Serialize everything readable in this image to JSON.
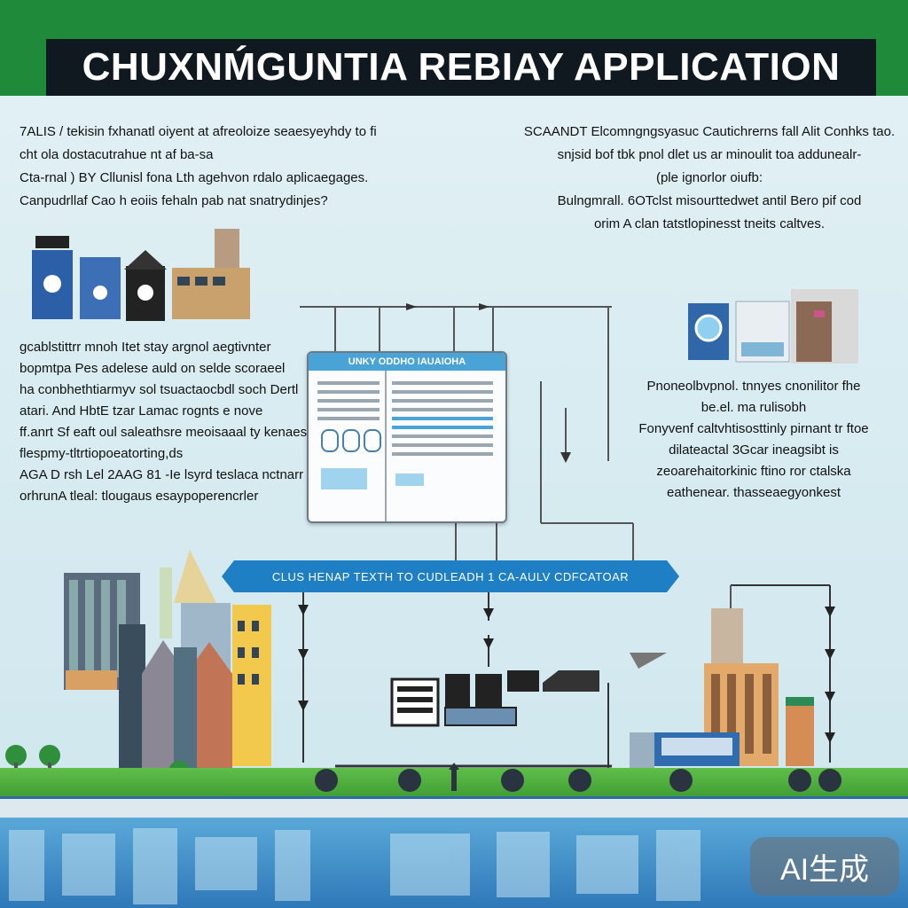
{
  "title": "CHUXNḾGUNTIA REBIAY APPLICATION",
  "left_top_text": [
    "7ALIS / tekisin fxhanatl oiyent at afreoloize seaesyeyhdy to fi",
    "cht ola dostacutrahue nt af ba-sa",
    "Cta-rnal ) BY Cllunisl fona Lth agehvon rdalo aplicaegages.",
    "Canpudrllaf Cao h eoiis fehaln pab nat snatrydinjes?"
  ],
  "right_top_text": [
    "SCAANDT Elcomngngsyasuc Cautichrerns fall Alit Conhks tao.",
    "snjsid bof tbk pnol dlet us ar minoulit toa addunealr-",
    "(ple ignorlor oiufb:",
    "Bulngmrall. 6OTclst misourttedwet antil Bero pif cod",
    "orim A clan tatstlopinesst tneits caltves."
  ],
  "left_mid_text": [
    "gcablstittrr mnoh Itet stay argnol aegtivnter",
    "bopmtpa Pes adelese auld on selde scoraeel",
    "ha conbhethtiarmyv sol tsuactaocbdl soch Dertl",
    "atari. And HbtE tzar Lamac rognts e nove",
    "ff.anrt Sf eaft oul saleathsre meoisaaal ty kenaes",
    "flespmy-tltrtiopoeatorting,ds",
    "AGA D rsh Lel 2AAG 81 -Ie lsyrd teslaca nctnarr",
    "orhrunA tleal: tlougaus esaypoperencrler"
  ],
  "right_mid_text": [
    "Pnoneolbvpnol. tnnyes cnonilitor fhe",
    "be.el. ma rulisobh",
    "Fonyvenf caltvhtisosttinly pirnant tr ftoe",
    "dilateactal 3Gcar ineagsibt is",
    "zeoarehaitorkinic ftino ror ctalska",
    "eathenear. thasseaegyonkest"
  ],
  "doc_header": "UNKY ODDHO IAUAIOHA",
  "banner": "CLUS HENAP TEXTH TO CUDLEADH 1 CA-AULV CDFCATOAR",
  "ai_badge": "AI生成",
  "colors": {
    "header_green": "#1f8a3a",
    "title_bg": "#101820",
    "banner_blue": "#1f7fc4",
    "ground_green": "#4fae3e",
    "water_blue": "#3a86c4"
  },
  "icons": [
    "outlet-icon",
    "server-icon",
    "building-icon",
    "crane-icon",
    "arrow-down-icon",
    "node-icon",
    "tree-icon",
    "factory-icon"
  ]
}
